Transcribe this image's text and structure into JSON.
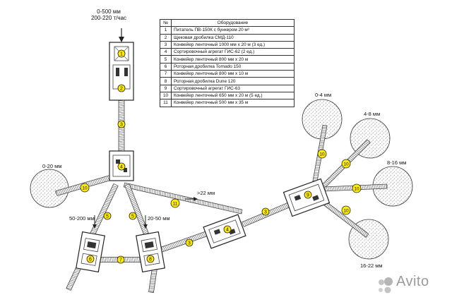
{
  "feed": {
    "line1": "0-500 мм",
    "line2": "200-220 т/час"
  },
  "table": {
    "header": {
      "num": "№",
      "name": "Оборудование"
    },
    "rows": [
      {
        "num": "1",
        "name": "Питатель ПВ-150К с бункером 20 м³"
      },
      {
        "num": "2",
        "name": "Щековая дробилка СМД-110"
      },
      {
        "num": "3",
        "name": "Конвейер ленточный 1000 мм х 20 м (3 ед.)"
      },
      {
        "num": "4",
        "name": "Сортировочный агрегат ГИС-62 (2 ед.)"
      },
      {
        "num": "5",
        "name": "Конвейер ленточный 800 мм х 20 м"
      },
      {
        "num": "6",
        "name": "Роторная дробилка Tornado 150"
      },
      {
        "num": "7",
        "name": "Конвейер ленточный 800 мм х 10 м"
      },
      {
        "num": "8",
        "name": "Роторная дробилка Dune 120"
      },
      {
        "num": "9",
        "name": "Сортировочный агрегат ГИС-63"
      },
      {
        "num": "10",
        "name": "Конвейер ленточный 650 мм х 20 м (5 ед.)"
      },
      {
        "num": "11",
        "name": "Конвейер ленточный 500 мм х 35 м"
      }
    ]
  },
  "labels": {
    "fraction_0_20": "0-20 мм",
    "fraction_50_200": "50-200 мм",
    "fraction_20_50": "20-50 мм",
    "fraction_gt22": ">22 мм",
    "fraction_0_4": "0-4 мм",
    "fraction_4_8": "4-8 мм",
    "fraction_8_16": "8-16 мм",
    "fraction_16_22": "16-22 мм"
  },
  "watermark": "Avito",
  "colors": {
    "badge": "#ffeb00",
    "stroke": "#222222",
    "belt": "#555555"
  },
  "markers": [
    {
      "id": "1",
      "label": "1"
    },
    {
      "id": "2",
      "label": "2"
    },
    {
      "id": "3a",
      "label": "3"
    },
    {
      "id": "4a",
      "label": "4"
    },
    {
      "id": "10a",
      "label": "10"
    },
    {
      "id": "11",
      "label": "11"
    },
    {
      "id": "5a",
      "label": "5"
    },
    {
      "id": "5b",
      "label": "5"
    },
    {
      "id": "6",
      "label": "6"
    },
    {
      "id": "7",
      "label": "7"
    },
    {
      "id": "8",
      "label": "8"
    },
    {
      "id": "3b",
      "label": "3"
    },
    {
      "id": "4b",
      "label": "4"
    },
    {
      "id": "3c",
      "label": "3"
    },
    {
      "id": "9",
      "label": "9"
    },
    {
      "id": "10b",
      "label": "10"
    },
    {
      "id": "10c",
      "label": "10"
    },
    {
      "id": "10d",
      "label": "10"
    },
    {
      "id": "10e",
      "label": "10"
    }
  ]
}
